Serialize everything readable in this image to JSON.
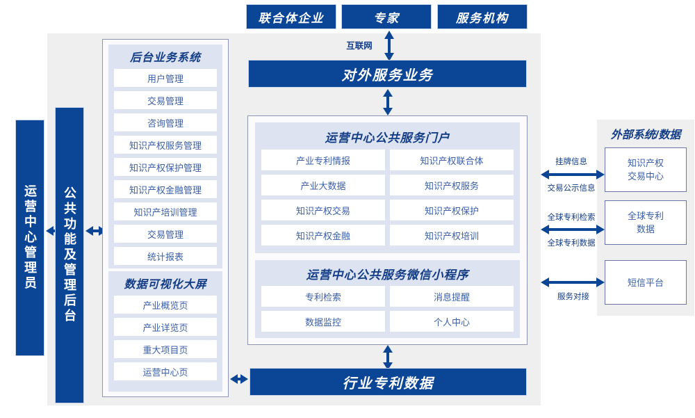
{
  "colors": {
    "navy": "#0a4596",
    "deep_navy_text": "#123d86",
    "cell_text": "#3a5fa8",
    "panel_bg": "#dee3f1",
    "container_bg": "#efefef",
    "container_border": "#8e93b8",
    "white": "#ffffff"
  },
  "top_actors": [
    {
      "label": "联合体企业"
    },
    {
      "label": "专家"
    },
    {
      "label": "服务机构"
    }
  ],
  "internet_link": {
    "label": "互联网"
  },
  "external_service_bar": {
    "label": "对外服务业务"
  },
  "left_roles": [
    {
      "label": "运营中心管理员"
    },
    {
      "label": "公共功能及管理后台"
    }
  ],
  "backend_panel": {
    "title": "后台业务系统",
    "items": [
      {
        "label": "用户管理"
      },
      {
        "label": "交易管理"
      },
      {
        "label": "咨询管理"
      },
      {
        "label": "知识产权服务管理"
      },
      {
        "label": "知识产权保护管理"
      },
      {
        "label": "知识产权金融管理"
      },
      {
        "label": "知识产培训管理"
      },
      {
        "label": "交易管理"
      },
      {
        "label": "统计报表"
      }
    ]
  },
  "dataviz_panel": {
    "title": "数据可视化大屏",
    "items": [
      {
        "label": "产业概览页"
      },
      {
        "label": "产业详览页"
      },
      {
        "label": "重大项目页"
      },
      {
        "label": "运营中心页"
      }
    ]
  },
  "portal_panel": {
    "title": "运营中心公共服务门户",
    "items": [
      {
        "label": "产业专利情报"
      },
      {
        "label": "知识产权联合体"
      },
      {
        "label": "产业大数据"
      },
      {
        "label": "知识产权服务"
      },
      {
        "label": "知识产权交易"
      },
      {
        "label": "知识产权保护"
      },
      {
        "label": "知识产权金融"
      },
      {
        "label": "知识产权培训"
      }
    ]
  },
  "miniprogram_panel": {
    "title": "运营中心公共服务微信小程序",
    "items": [
      {
        "label": "专利检索"
      },
      {
        "label": "消息提醒"
      },
      {
        "label": "数据监控"
      },
      {
        "label": "个人中心"
      }
    ]
  },
  "industry_data_bar": {
    "label": "行业专利数据"
  },
  "external_panel": {
    "title": "外部系统/数据",
    "items": [
      {
        "label": "知识产权\n交易中心"
      },
      {
        "label": "全球专利\n数据"
      },
      {
        "label": "短信平台"
      }
    ]
  },
  "external_links": [
    {
      "above": "挂牌信息",
      "below": "交易公示信息"
    },
    {
      "above": "全球专利检索",
      "below": "全球专利数据"
    },
    {
      "above": "",
      "below": "服务对接"
    }
  ]
}
